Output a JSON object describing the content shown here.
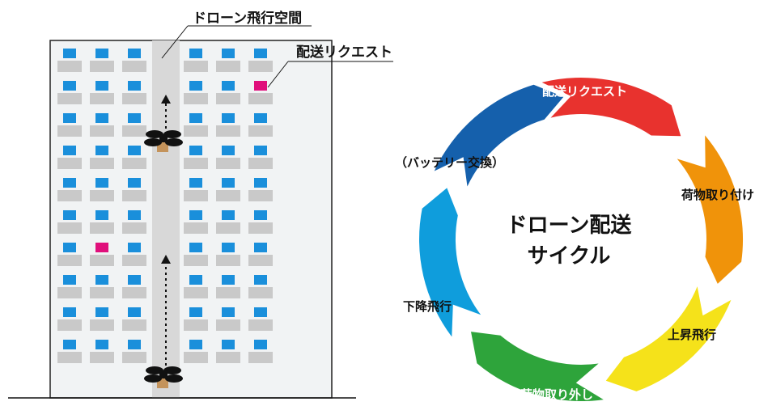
{
  "labels": {
    "flight_space": "ドローン飛行空間",
    "delivery_request": "配送リクエスト"
  },
  "cycle": {
    "center_line1": "ドローン配送",
    "center_line2": "サイクル",
    "steps": [
      {
        "label": "配送リクエスト",
        "color": "#e8322e"
      },
      {
        "label": "荷物取り付け",
        "color": "#f0930a"
      },
      {
        "label": "上昇飛行",
        "color": "#f5e21a"
      },
      {
        "label": "荷物取り外し",
        "color": "#2ea43b"
      },
      {
        "label": "下降飛行",
        "color": "#0f9ddc"
      },
      {
        "label": "（バッテリー交換）",
        "color": "#1560ac"
      }
    ]
  },
  "colors": {
    "wall": "#f1f3f4",
    "shelf": "#c9c9c9",
    "box_blue": "#1a8fdb",
    "box_request": "#e00f7b",
    "shaft": "#d8d8d8",
    "drone": "#111111",
    "package": "#c4935b"
  }
}
